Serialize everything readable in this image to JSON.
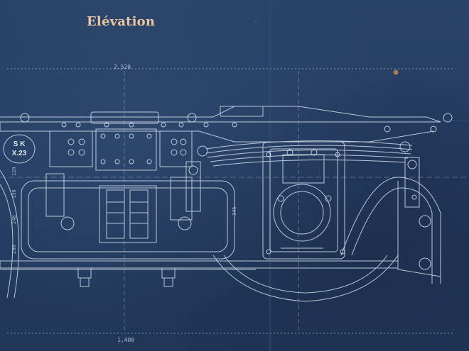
{
  "drawing": {
    "title": "Elévation",
    "dimensions": {
      "top_length": "2,520",
      "bottom_length": "1,400",
      "right_side": "345",
      "left_1": "120",
      "left_2": "130",
      "left_3": "248",
      "left_4": "200"
    },
    "stamp": {
      "line1": "S K",
      "line2": "X.23"
    }
  },
  "colors": {
    "paper": "#23395c",
    "line": "#d7e2ef",
    "title": "#e9c6a0"
  }
}
